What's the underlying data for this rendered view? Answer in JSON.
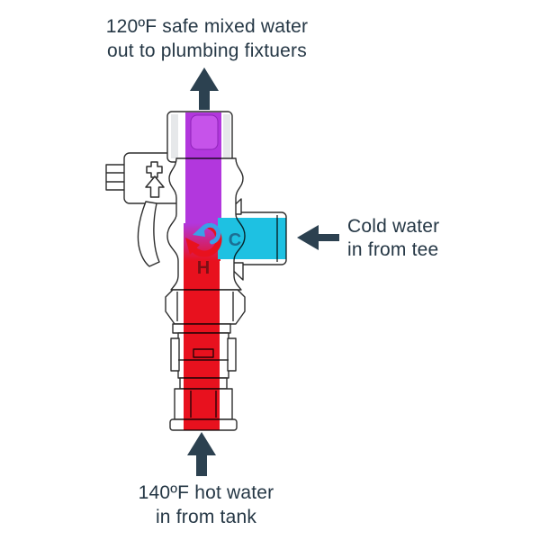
{
  "labels": {
    "mixed_out": {
      "line1": "120ºF safe mixed water",
      "line2": "out to plumbing fixtuers"
    },
    "cold_in": {
      "line1": "Cold water",
      "line2": "in from tee"
    },
    "hot_in": {
      "line1": "140ºF hot water",
      "line2": "in from tank"
    }
  },
  "valve": {
    "hot_channel_letter": "H",
    "cold_channel_letter": "C"
  },
  "colors": {
    "caption_text": "#253745",
    "flow_arrow": "#2c4150",
    "hot_red": "#e8111e",
    "cold_cyan": "#1ec1e2",
    "mixed_purple": "#b237dd",
    "mixed_purple_light": "#c653ea",
    "hot_letter": "#7d1016",
    "cold_letter": "#1c6e93",
    "swirl_blue": "#39a0e8",
    "body_line": "#2d2d2d"
  }
}
